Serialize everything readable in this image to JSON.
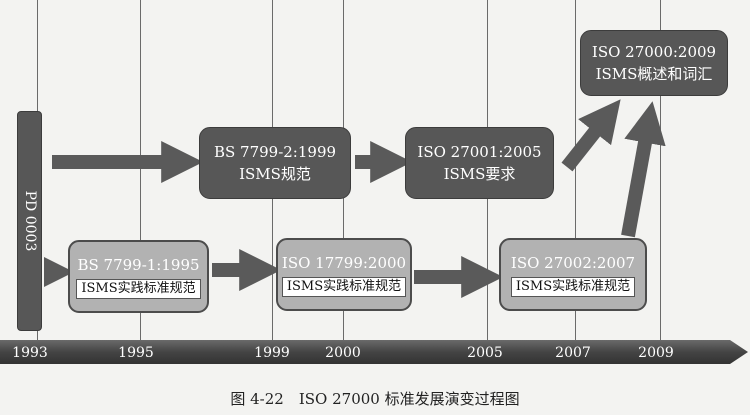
{
  "timeline": {
    "years": [
      "1993",
      "1995",
      "1999",
      "2000",
      "2005",
      "2007",
      "2009"
    ]
  },
  "standards": {
    "pd0003": "PD 0003",
    "bs7799_1": {
      "title": "BS 7799-1:1995",
      "tag": "ISMS实践标准规范"
    },
    "bs7799_2": {
      "title": "BS 7799-2:1999",
      "subtitle": "ISMS规范"
    },
    "iso17799": {
      "title": "ISO 17799:2000",
      "tag": "ISMS实践标准规范"
    },
    "iso27001": {
      "title": "ISO 27001:2005",
      "subtitle": "ISMS要求"
    },
    "iso27002": {
      "title": "ISO 27002:2007",
      "tag": "ISMS实践标准规范"
    },
    "iso27000": {
      "title": "ISO 27000:2009",
      "subtitle": "ISMS概述和词汇"
    }
  },
  "caption": "图 4-22　ISO 27000 标准发展演变过程图",
  "colors": {
    "dark_box": "#575757",
    "light_box": "#b2b2b2",
    "arrow": "#5a5a5a",
    "timeline_bar": "#4a4a4a"
  }
}
